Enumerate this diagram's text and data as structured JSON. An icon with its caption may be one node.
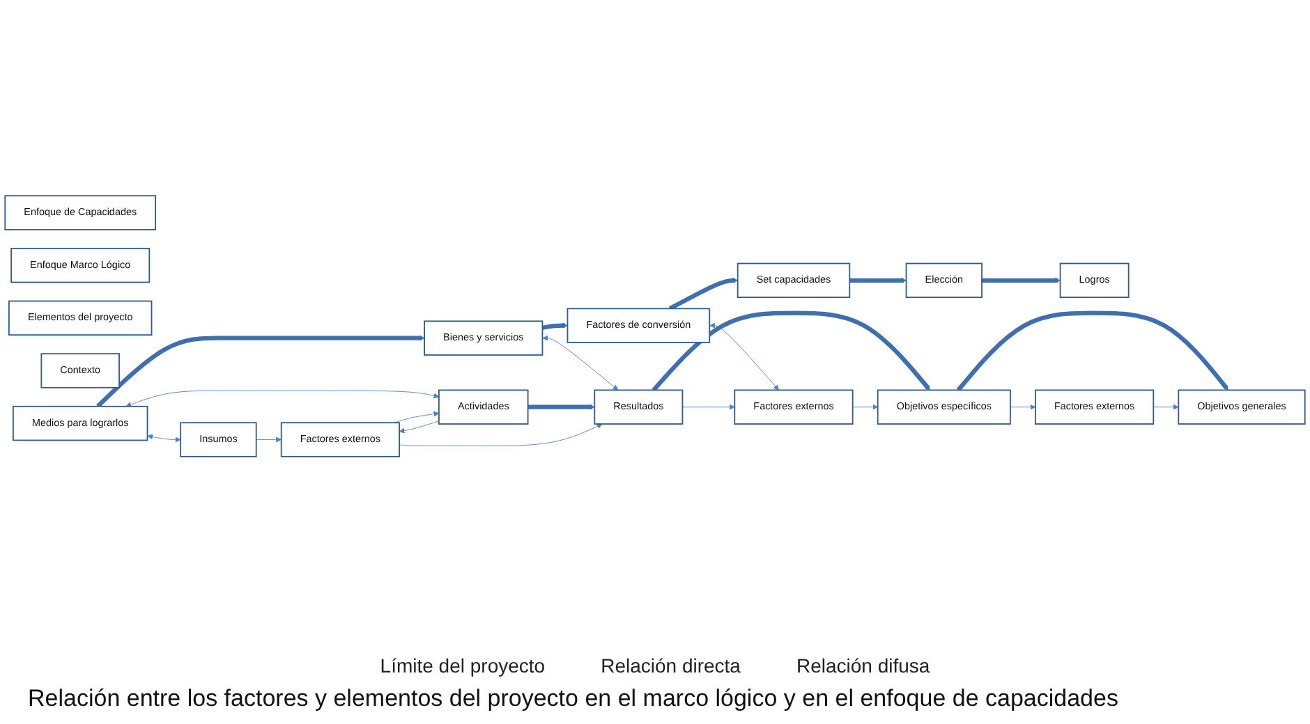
{
  "diagram": {
    "caption": "Relación entre los factores y elementos del proyecto en el marco lógico y en el enfoque de capacidades",
    "nodes": [
      {
        "text": [
          "Enfoque de Capacidades"
        ]
      },
      {
        "text": [
          "Enfoque Marco Lógico"
        ]
      },
      {
        "text": [
          "Elementos del proyecto"
        ]
      },
      {
        "text": [
          "Contexto"
        ]
      },
      {
        "text": [
          "Medios para lograrlos"
        ]
      },
      {
        "text": [
          "Bienes y servicios"
        ]
      },
      {
        "text": [
          "Factores de conversión"
        ]
      },
      {
        "text": [
          "Set capacidades"
        ]
      },
      {
        "text": [
          "Elección"
        ]
      },
      {
        "text": [
          "Logros"
        ]
      },
      {
        "text": [
          "Insumos"
        ]
      },
      {
        "text": [
          "Actividades"
        ]
      },
      {
        "text": [
          "Resultados"
        ]
      },
      {
        "text": [
          "Objetivos específicos"
        ]
      },
      {
        "text": [
          "Objetivos generales"
        ]
      },
      {
        "text": [
          "Factores externos"
        ]
      },
      {
        "text": [
          "Factores externos"
        ]
      },
      {
        "text": [
          "Factores externos"
        ]
      }
    ],
    "edges": [
      {
        "from": 4,
        "to": 5,
        "arrow": "to",
        "style": "thick"
      },
      {
        "from": 5,
        "to": 6,
        "arrow": "to",
        "style": "thick"
      },
      {
        "from": 6,
        "to": 7,
        "arrow": "to",
        "style": "thick"
      },
      {
        "from": 7,
        "to": 8,
        "arrow": "to",
        "style": "thick"
      },
      {
        "from": 8,
        "to": 9,
        "arrow": "to",
        "style": "thick"
      },
      {
        "from": 4,
        "to": 10,
        "arrow": "both"
      },
      {
        "from": 4,
        "to": 11,
        "arrow": "both"
      },
      {
        "from": 5,
        "to": 12,
        "arrow": "both"
      },
      {
        "from": 6,
        "to": 16,
        "arrow": "both"
      },
      {
        "from": 11,
        "to": 12,
        "arrow": "to",
        "style": "thick"
      },
      {
        "from": 12,
        "to": 13,
        "arrow": "to",
        "style": "thick"
      },
      {
        "from": 13,
        "to": 14,
        "arrow": "to",
        "style": "thick"
      },
      {
        "from": 10,
        "to": 15,
        "arrow": "to"
      },
      {
        "from": 15,
        "to": 11,
        "arrow": "to"
      },
      {
        "from": 11,
        "to": 15,
        "arrow": "to"
      },
      {
        "from": 15,
        "to": 12,
        "arrow": "to"
      },
      {
        "from": 12,
        "to": 16,
        "arrow": "to"
      },
      {
        "from": 16,
        "to": 13,
        "arrow": "to"
      },
      {
        "from": 13,
        "to": 17,
        "arrow": "to"
      },
      {
        "from": 17,
        "to": 14,
        "arrow": "to"
      }
    ],
    "labels": [
      "Límite del proyecto",
      "Relación directa",
      "Relación difusa"
    ]
  }
}
